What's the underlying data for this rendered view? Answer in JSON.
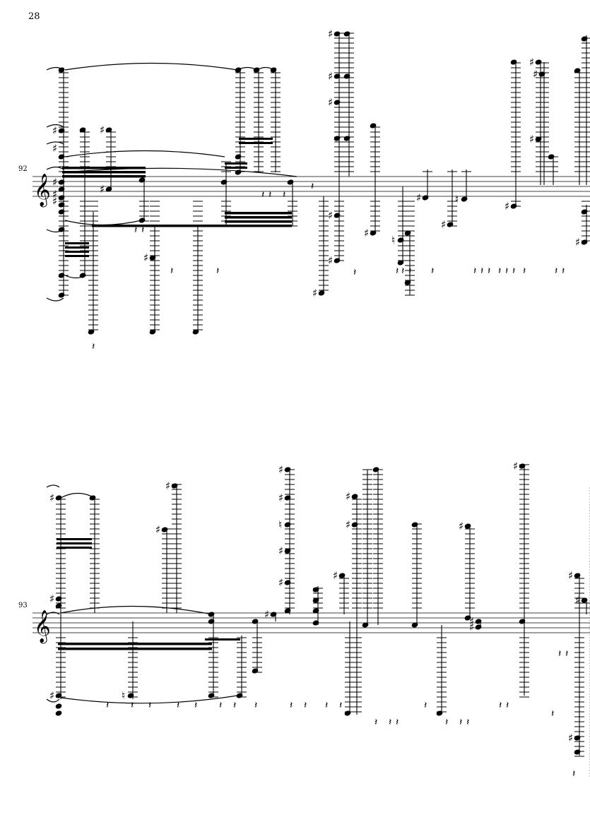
{
  "page": {
    "page_number": "28",
    "colors": {
      "ink": "#000000",
      "paper": "#ffffff"
    }
  },
  "systems": [
    {
      "measure_number": "92",
      "clef": "treble-clef-icon",
      "sharp_glyph": "♯",
      "natural_glyph": "♮",
      "rest_glyph": "𝄽"
    },
    {
      "measure_number": "93",
      "clef": "treble-clef-icon",
      "sharp_glyph": "♯",
      "natural_glyph": "♮",
      "rest_glyph": "𝄽"
    }
  ]
}
